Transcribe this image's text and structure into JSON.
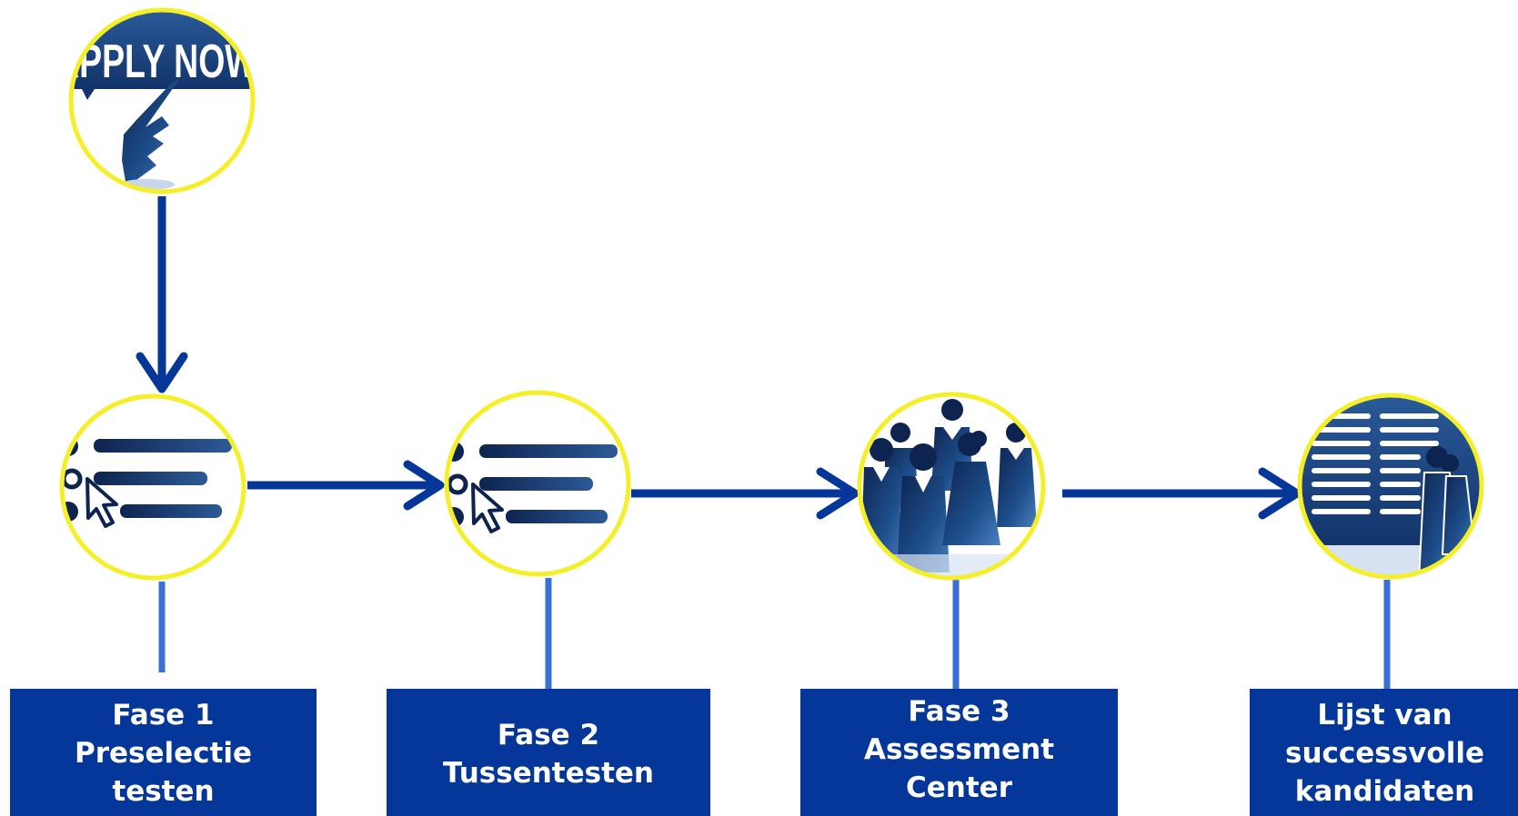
{
  "apply": {
    "label": "APPLY NOW"
  },
  "stages": [
    {
      "id": "fase1",
      "label": "Fase 1\nPreselectie\ntesten",
      "icon": "online-test-icon"
    },
    {
      "id": "fase2",
      "label": "Fase 2\nTussentesten",
      "icon": "online-test-icon"
    },
    {
      "id": "fase3",
      "label": "Fase 3\nAssessment\nCenter",
      "icon": "group-of-people-icon"
    },
    {
      "id": "lijst",
      "label": "Lijst van\nsuccessvolle\nkandidaten",
      "icon": "candidate-list-icon"
    }
  ],
  "colors": {
    "box": "#043799",
    "arrow": "#043799",
    "connector": "#3a6fd6",
    "circle_border": "#f5ef2a",
    "icon_dark": "#0e2450",
    "icon_mid": "#1e4f8c",
    "icon_light": "#4a7fc0"
  }
}
